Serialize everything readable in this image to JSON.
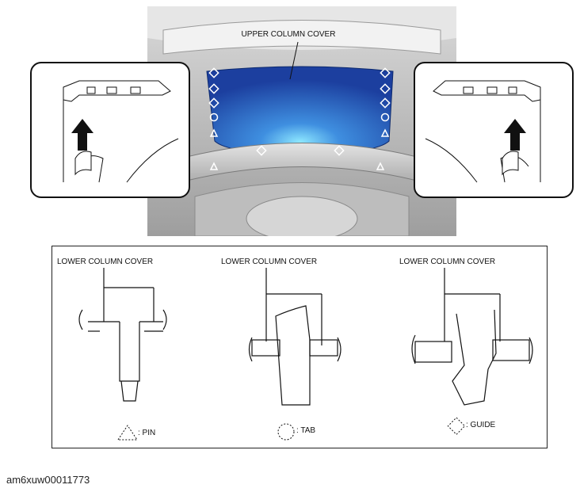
{
  "top": {
    "upper_label": "UPPER COLUMN COVER"
  },
  "panels": [
    {
      "label": "LOWER COLUMN COVER",
      "legend": ": PIN"
    },
    {
      "label": "LOWER COLUMN COVER",
      "legend": ": TAB"
    },
    {
      "label": "LOWER COLUMN COVER",
      "legend": ": GUIDE"
    }
  ],
  "footer": {
    "reference_code": "am6xuw00011773"
  },
  "colors": {
    "cover_blue": "#1f4fb5",
    "cover_highlight": "#6fd3ff",
    "interior_gray": "#c9c9c9"
  }
}
